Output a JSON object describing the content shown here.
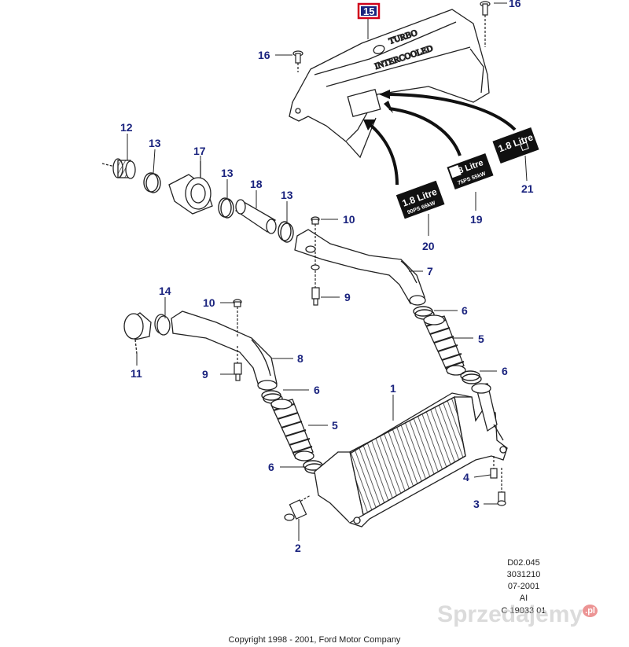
{
  "callouts": {
    "c15": "15",
    "c16a": "16",
    "c16b": "16",
    "c12": "12",
    "c13a": "13",
    "c17": "17",
    "c13b": "13",
    "c18": "18",
    "c13c": "13",
    "c10a": "10",
    "c20": "20",
    "c19": "19",
    "c21": "21",
    "c7": "7",
    "c9a": "9",
    "c14": "14",
    "c10b": "10",
    "c11": "11",
    "c6a": "6",
    "c5a": "5",
    "c6b": "6",
    "c8": "8",
    "c9b": "9",
    "c6c": "6",
    "c1": "1",
    "c5b": "5",
    "c6d": "6",
    "c4": "4",
    "c3": "3",
    "c2": "2"
  },
  "cover_text": {
    "line1": "TURBO",
    "line2": "INTERCOOLED"
  },
  "decals": {
    "d20": {
      "main": "1.8 Litre",
      "sub": "90PS 66kW"
    },
    "d19": {
      "main": "1.8 Litre",
      "sub": "75PS 55kW"
    },
    "d21": {
      "main": "1.8 Litre",
      "sub": ""
    }
  },
  "info": [
    "D02.045",
    "3031210",
    "07-2001",
    "AI",
    "C 19033 01"
  ],
  "copyright": "Copyright 1998 - 2001, Ford Motor Company",
  "watermark": "Sprzedajemy",
  "watermark_badge": ".pl",
  "colors": {
    "callout": "#1a237e",
    "highlight": "#d0021b",
    "line": "#222222"
  }
}
